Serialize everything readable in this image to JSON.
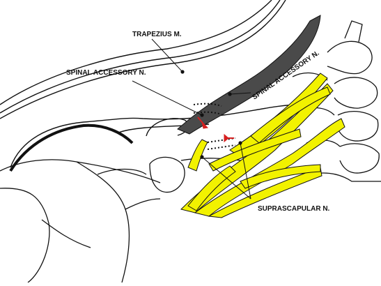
{
  "labels": {
    "trapezius": "TRAPEZIUS M.",
    "spinal_accessory_left": "SPINAL ACCESSORY N.",
    "spinal_accessory_right": "SPINAL ACCESSORY N.",
    "suprascapular": "SUPRASCAPULAR N."
  },
  "colors": {
    "nerve_yellow": "#f2f200",
    "nerve_dark": "#4a4a4a",
    "arrow_red": "#d61f1f",
    "outline": "#111111"
  }
}
